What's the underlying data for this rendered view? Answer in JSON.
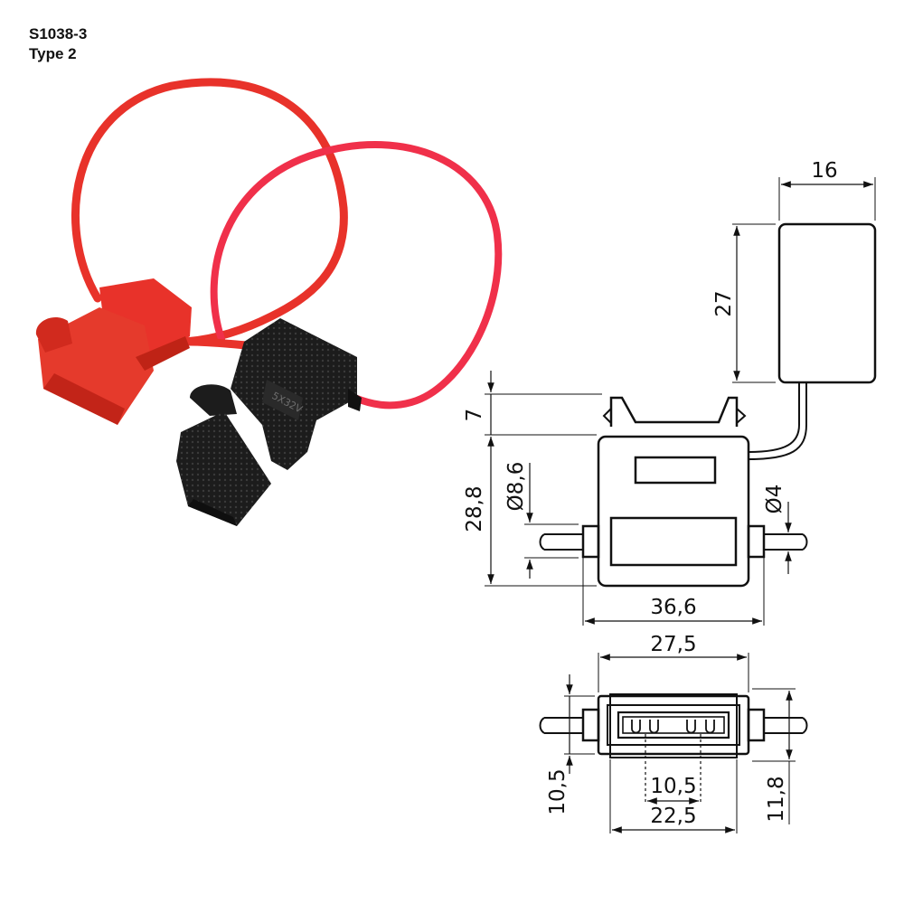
{
  "header": {
    "code": "S1038-3",
    "type": "Type 2"
  },
  "product_photo": {
    "housing_text": "5X32V",
    "colors": {
      "red_cover": "#e8322a",
      "red_wire": "#f0303a",
      "black_body": "#1e1e1e"
    }
  },
  "dimensions": {
    "side_width": "16",
    "side_height": "27",
    "clip_height": "7",
    "body_height": "28,8",
    "wire_dia_outer": "Ø8,6",
    "wire_dia_inner": "Ø4",
    "overall_width": "36,6",
    "bottom_width": "27,5",
    "bottom_height_left": "10,5",
    "terminal_spacing": "10,5",
    "bottom_base_width": "22,5",
    "bottom_height_right": "11,8"
  }
}
